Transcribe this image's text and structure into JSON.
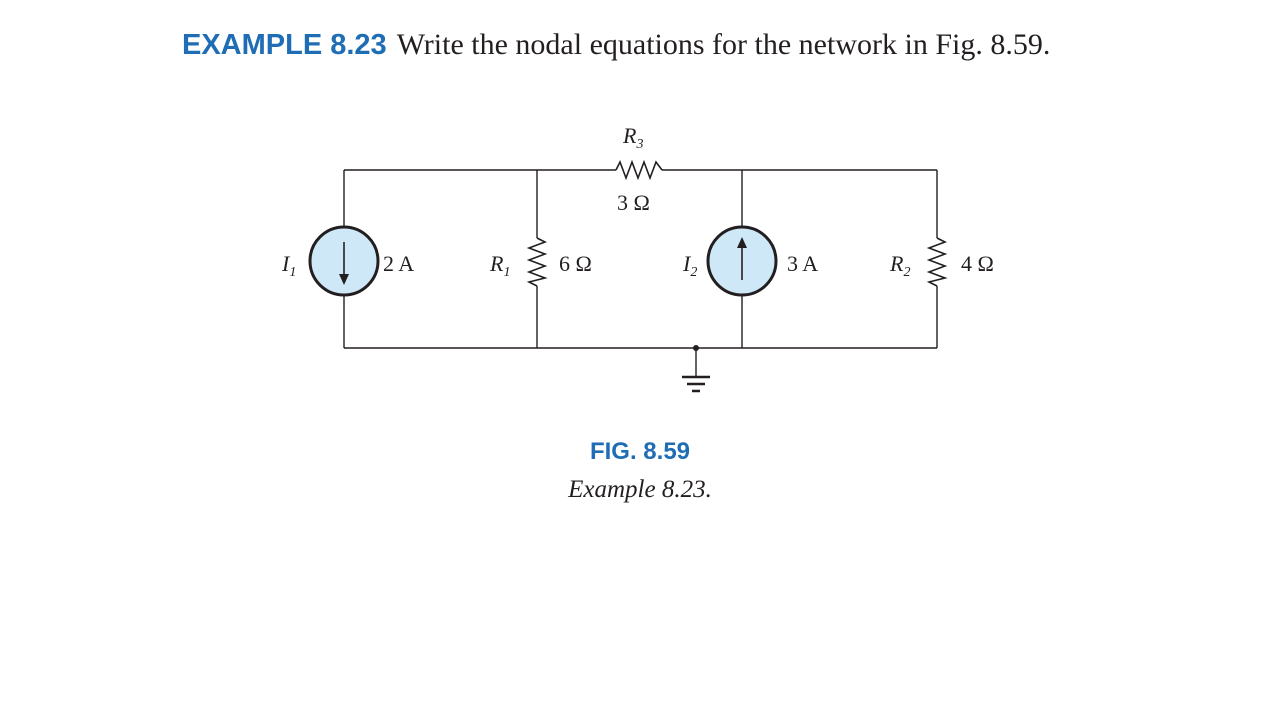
{
  "example": {
    "label": "EXAMPLE 8.23",
    "text": "Write the nodal equations for the network in Fig. 8.59."
  },
  "circuit": {
    "R3": {
      "symbol": "R",
      "sub": "3",
      "value": "3 Ω"
    },
    "R1": {
      "symbol": "R",
      "sub": "1",
      "value": "6 Ω"
    },
    "R2": {
      "symbol": "R",
      "sub": "2",
      "value": "4 Ω"
    },
    "I1": {
      "symbol": "I",
      "sub": "1",
      "value": "2 A",
      "direction": "down"
    },
    "I2": {
      "symbol": "I",
      "sub": "2",
      "value": "3 A",
      "direction": "up"
    },
    "source_fill": "#cfe8f7",
    "wire_color": "#231f20"
  },
  "figure": {
    "label": "FIG. 8.59",
    "caption": "Example 8.23."
  }
}
